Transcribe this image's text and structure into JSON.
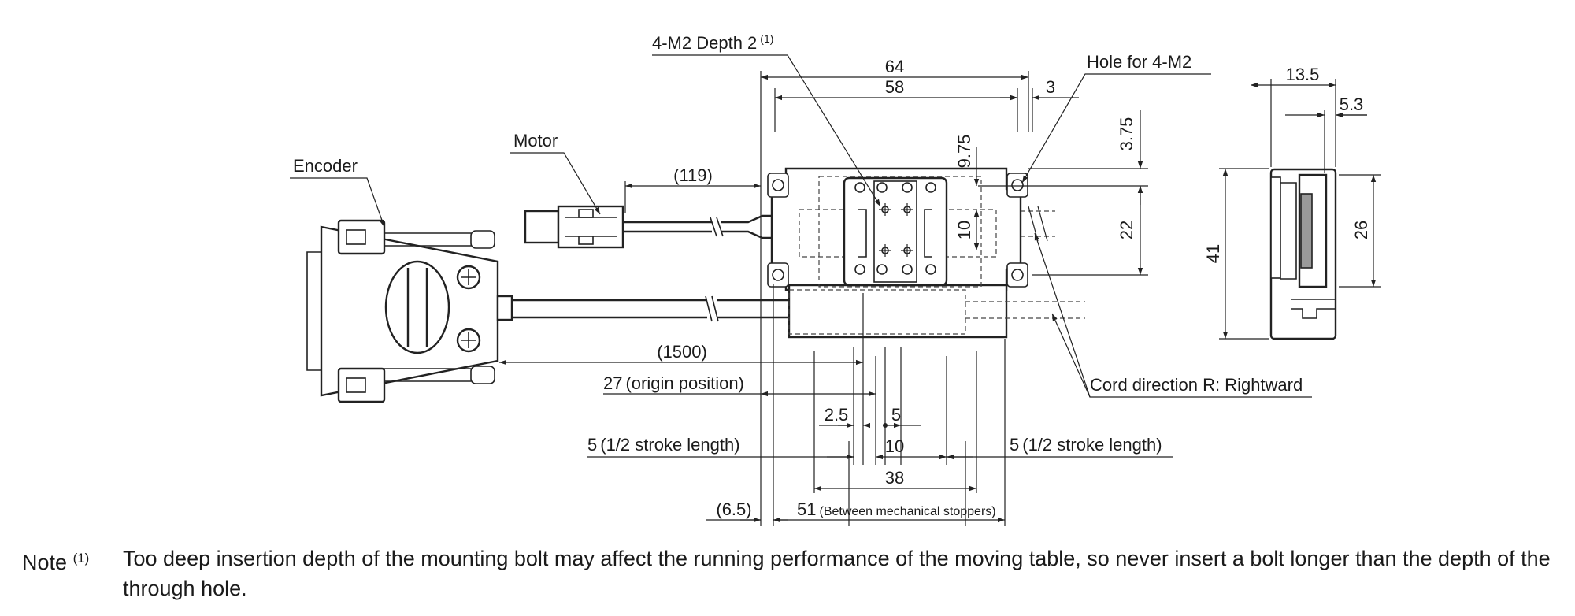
{
  "labels": {
    "mounting_hole_callout": "4-M2 Depth 2",
    "mounting_hole_note_ref": "(1)",
    "through_hole_callout": "Hole for 4-M2",
    "motor": "Motor",
    "encoder": "Encoder",
    "cord_direction": "Cord direction R: Rightward"
  },
  "dimensions": {
    "overall_length": "64",
    "hole_pitch_length": "58",
    "hole_edge_offset": "3",
    "motor_cable_length": "(119)",
    "encoder_cable_length": "(1500)",
    "origin_position": "27",
    "origin_position_label": "(origin position)",
    "table_offset": "2.5",
    "table_hole_half_pitch": "5",
    "table_hole_pitch": "10",
    "half_stroke_left": "5",
    "half_stroke_right": "5",
    "half_stroke_label": "(1/2 stroke length)",
    "table_length": "38",
    "end_offset": "(6.5)",
    "stopper_span": "51",
    "stopper_span_label": "(Between mechanical stoppers)",
    "hole_offset_y": "9.75",
    "table_hole_pitch_y": "10",
    "top_hole_offset": "3.75",
    "hole_pitch_width": "22",
    "overall_width": "41",
    "side_depth": "13.5",
    "side_flange": "5.3",
    "side_table_width": "26"
  },
  "note": {
    "label": "Note",
    "ref": "(1)",
    "text": "Too deep insertion depth of the mounting bolt may affect the running performance of the moving table, so never insert a bolt longer than the depth of the through hole."
  }
}
